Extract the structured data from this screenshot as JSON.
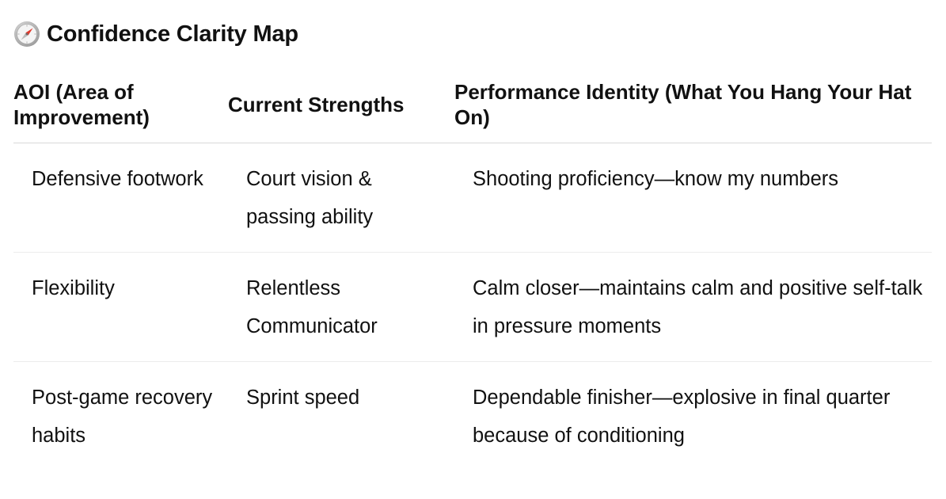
{
  "document": {
    "title": "Confidence Clarity Map",
    "title_icon": "compass-icon"
  },
  "table": {
    "headers": [
      "AOI (Area of Improvement)",
      "Current Strengths",
      "Performance Identity (What You Hang Your Hat On)"
    ],
    "rows": [
      [
        "Defensive footwork",
        "Court vision & passing ability",
        "Shooting proficiency—know my numbers"
      ],
      [
        "Flexibility",
        "Relentless Communicator",
        "Calm closer—maintains calm and positive self-talk in pressure moments"
      ],
      [
        "Post-game recovery habits",
        "Sprint speed",
        "Dependable finisher—explosive in final quarter because of conditioning"
      ]
    ]
  },
  "colors": {
    "text": "#111111",
    "header_rule": "#d9d9d9",
    "row_rule": "#ececec",
    "compass_bezel": "#c9c9c9",
    "compass_face": "#f4f4f4",
    "needle_north": "#e0392b",
    "needle_south": "#bdbdbd"
  }
}
